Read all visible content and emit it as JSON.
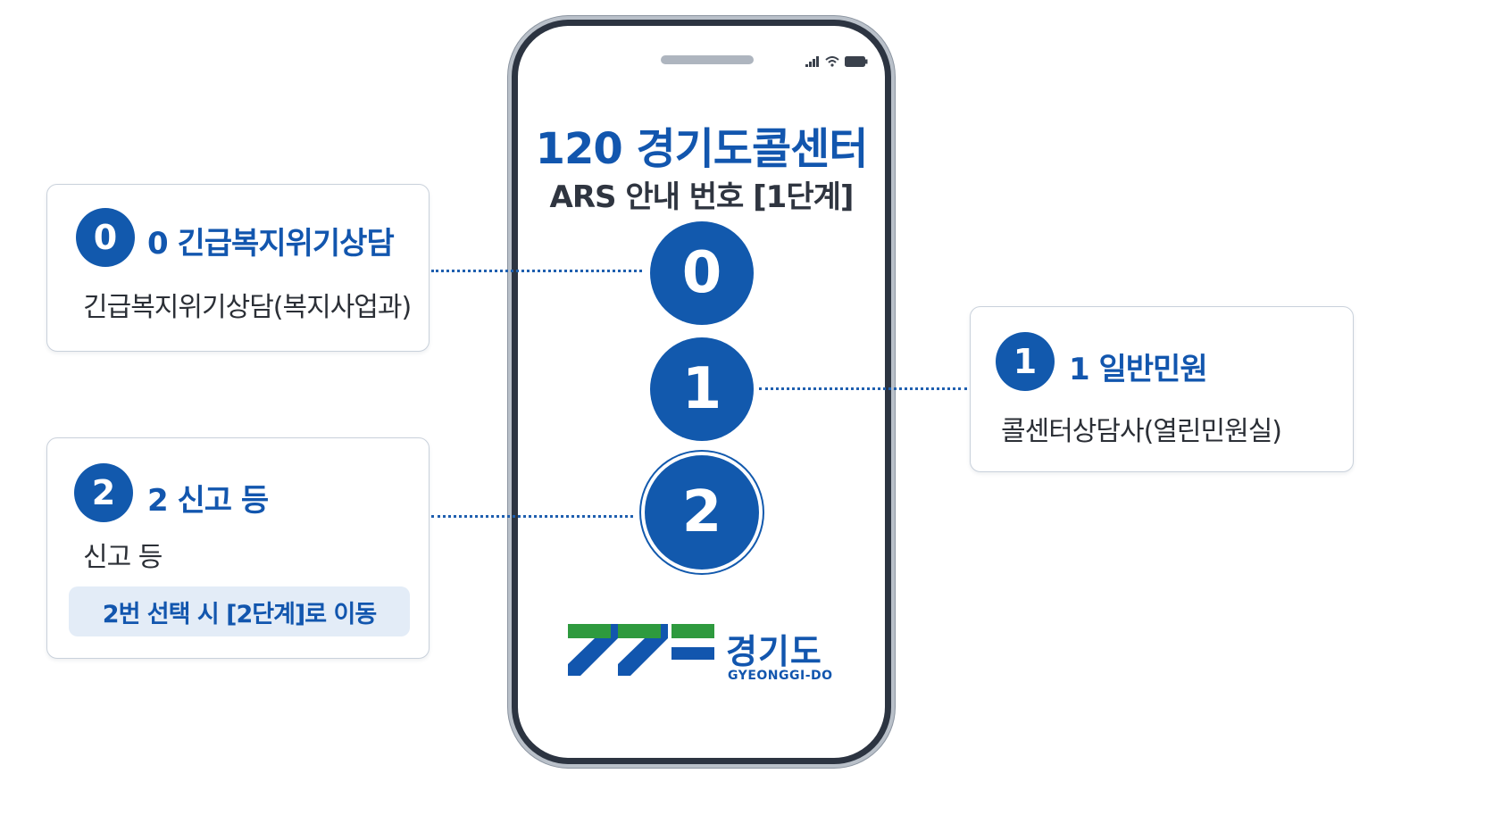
{
  "phone": {
    "title": "120 경기도콜센터",
    "subtitle": "ARS 안내 번호 [1단계]",
    "keys": [
      {
        "label": "0"
      },
      {
        "label": "1"
      },
      {
        "label": "2"
      }
    ],
    "logo": {
      "korean": "경기도",
      "english": "GYEONGGI-DO",
      "green": "#2e9a3e",
      "blue": "#1256ae"
    }
  },
  "options": [
    {
      "number": "0",
      "title": "0 긴급복지위기상담",
      "description": "긴급복지위기상담(복지사업과)"
    },
    {
      "number": "1",
      "title": "1 일반민원",
      "description": "콜센터상담사(열린민원실)"
    },
    {
      "number": "2",
      "title": "2 신고 등",
      "description": "신고 등",
      "note": "2번 선택 시 [2단계]로 이동"
    }
  ],
  "colors": {
    "accent": "#1259ad",
    "note_background": "#e3ecf7"
  }
}
